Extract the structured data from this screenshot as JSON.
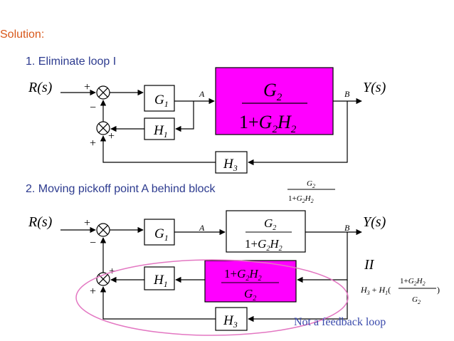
{
  "heading": "Solution:",
  "step1": {
    "label": "1. Eliminate loop I",
    "input": "R(s)",
    "output": "Y(s)",
    "g1": "G1",
    "h1": "H1",
    "h3": "H3",
    "tf_num": "G2",
    "tf_den": "1+G2H2",
    "point_a": "A",
    "point_b": "B",
    "sign_top_plus": "+",
    "sign_top_minus": "−",
    "sign_mid_plus": "+",
    "sign_bottom_plus": "+"
  },
  "step2": {
    "label": "2. Moving pickoff point A behind block",
    "label_frac_num": "G2",
    "label_frac_den": "1+G2H2",
    "input": "R(s)",
    "output": "Y(s)",
    "g1": "G1",
    "h1": "H1",
    "h3": "H3",
    "tf_num": "G2",
    "tf_den": "1+G2H2",
    "inv_num": "1+G2H2",
    "inv_den": "G2",
    "point_a": "A",
    "point_b": "B",
    "loop_label": "II",
    "equiv_prefix": "H3 + H1(",
    "equiv_num": "1+G2H2",
    "equiv_den": "G2",
    "equiv_suffix": ")",
    "note": "Not a feedback loop",
    "sign_top_plus": "+",
    "sign_top_minus": "−",
    "sign_mid_plus": "+",
    "sign_bottom_plus": "+"
  },
  "colors": {
    "heading": "#d8571a",
    "step_text": "#2d3b8f",
    "block_fill_highlight": "#ff00ff",
    "ellipse": "#e377c2",
    "note": "#3949ab"
  }
}
